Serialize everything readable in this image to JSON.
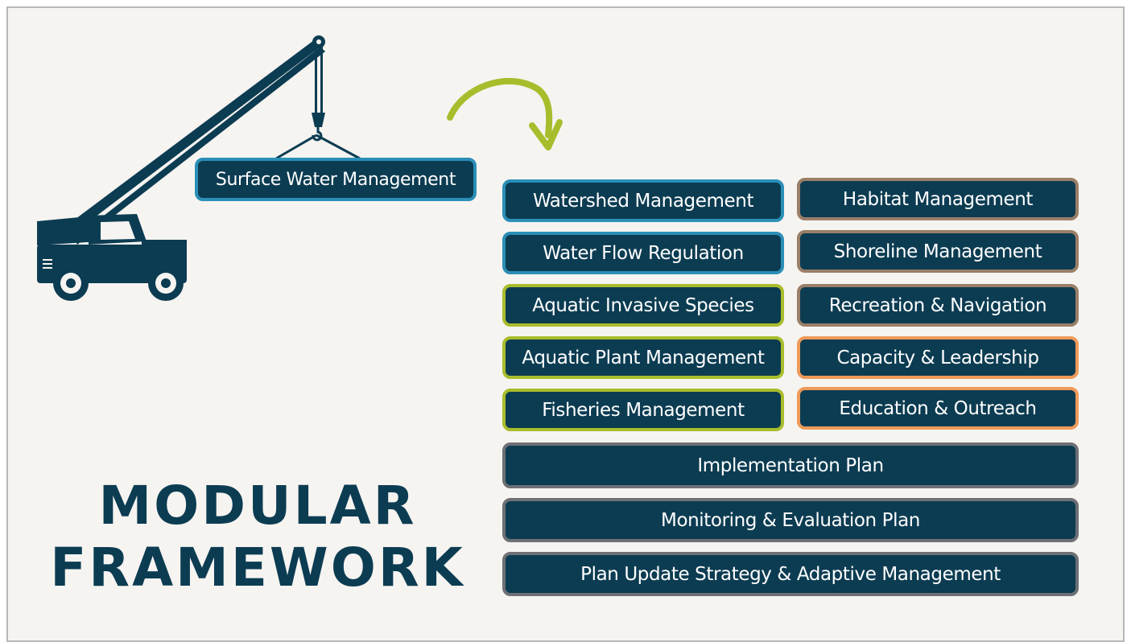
{
  "title": {
    "line1": "MODULAR",
    "line2": "FRAMEWORK"
  },
  "crane": {
    "load_label": "Surface Water Management"
  },
  "modules": {
    "left": [
      {
        "label": "Watershed Management",
        "border": "#2b8fb7"
      },
      {
        "label": "Water Flow Regulation",
        "border": "#2b8fb7"
      },
      {
        "label": "Aquatic Invasive Species",
        "border": "#a9bd2c"
      },
      {
        "label": "Aquatic Plant Management",
        "border": "#a9bd2c"
      },
      {
        "label": "Fisheries Management",
        "border": "#a9bd2c"
      }
    ],
    "right": [
      {
        "label": "Habitat Management",
        "border": "#9a7f68"
      },
      {
        "label": "Shoreline Management",
        "border": "#9a7f68"
      },
      {
        "label": "Recreation & Navigation",
        "border": "#9a7f68"
      },
      {
        "label": "Capacity & Leadership",
        "border": "#ee9a5a"
      },
      {
        "label": "Education & Outreach",
        "border": "#ee9a5a"
      }
    ],
    "full": [
      {
        "label": "Implementation Plan",
        "border": "#6d7074"
      },
      {
        "label": "Monitoring & Evaluation Plan",
        "border": "#6d7074"
      },
      {
        "label": "Plan Update Strategy & Adaptive Management",
        "border": "#6d7074"
      }
    ]
  },
  "colors": {
    "block_fill": "#0c3c52",
    "background": "#f6f4f1",
    "arrow": "#a9bd2c",
    "crane": "#0c3c52"
  }
}
